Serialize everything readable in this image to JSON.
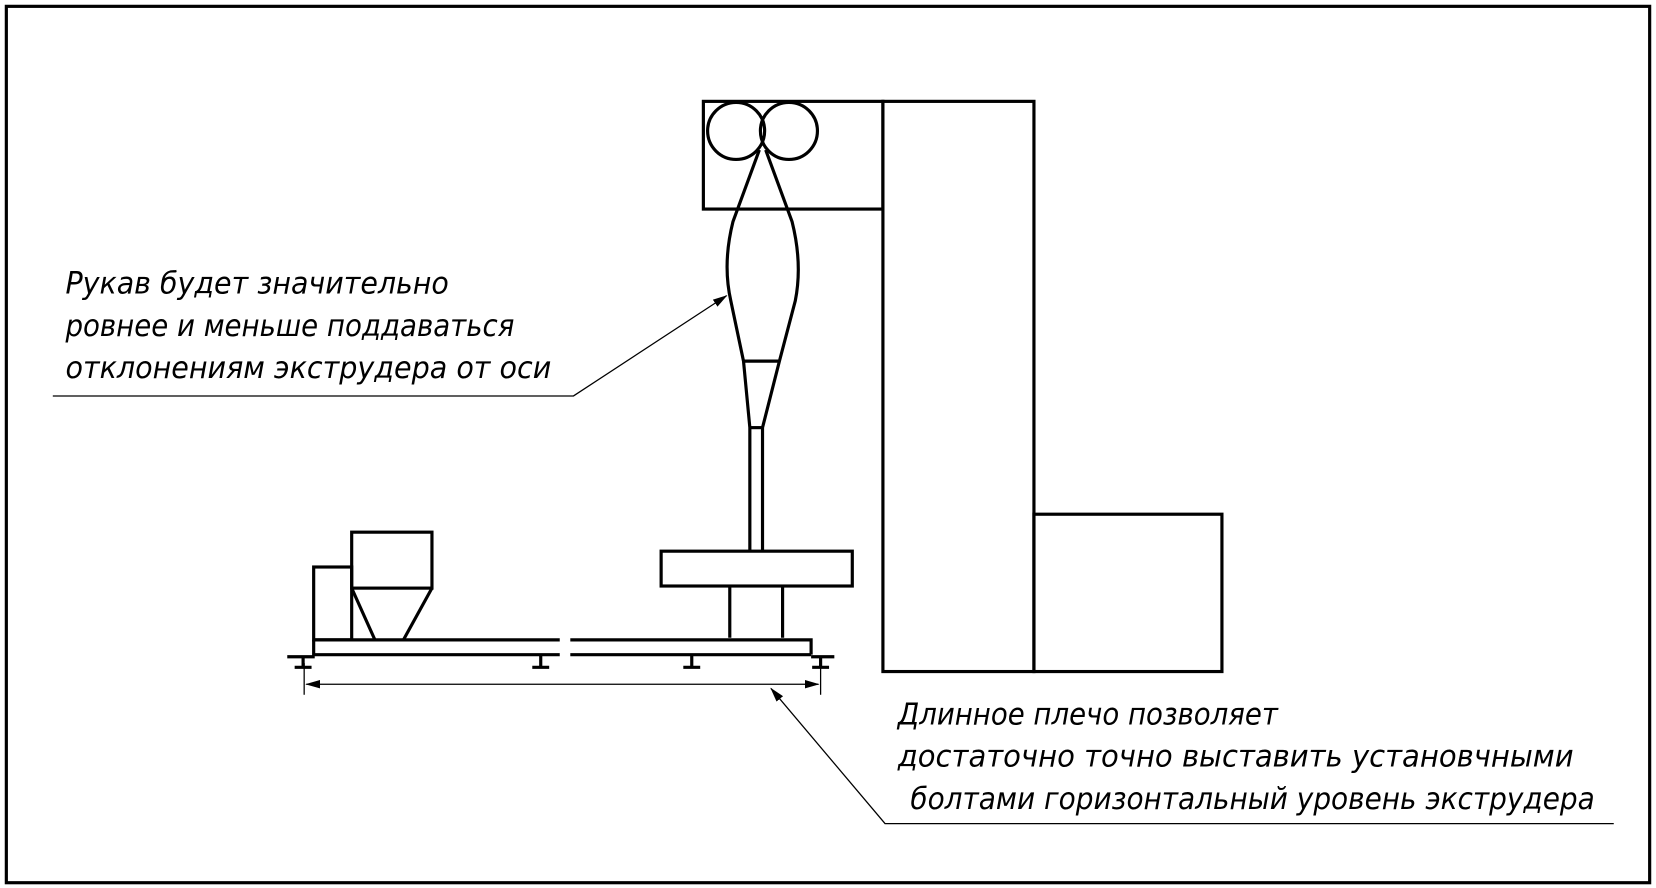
{
  "title": "Схема экструзионной линии с длинным плечом основания",
  "notes": {
    "sleeve": {
      "lines": [
        "Рукав будет значительно",
        "ровнее и меньше поддаваться",
        "отклонениям экструдера от оси"
      ]
    },
    "base": {
      "lines": [
        "Длинное плечо позволяет",
        "достаточно точно выставить установчными",
        "болтами горизонтальный уровень экструдера"
      ]
    }
  },
  "colors": {
    "line": "#000000",
    "background": "#ffffff"
  }
}
